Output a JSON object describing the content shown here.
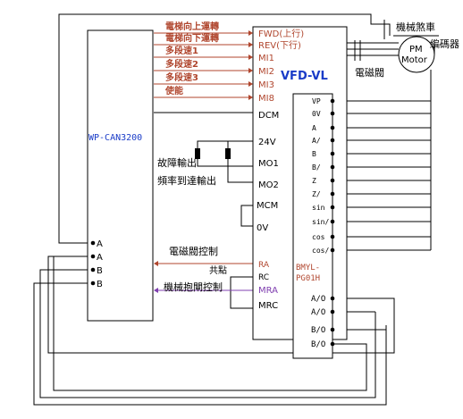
{
  "plc": {
    "label": "WP-CAN3200",
    "terminals": [
      "A",
      "A",
      "B",
      "B"
    ]
  },
  "vfd": {
    "title": "VFD-VL",
    "inputs": [
      {
        "name": "FWD(上行)",
        "signal": "電梯向上運轉"
      },
      {
        "name": "REV(下行)",
        "signal": "電梯向下運轉"
      },
      {
        "name": "MI1",
        "signal": "多段速1"
      },
      {
        "name": "MI2",
        "signal": "多段速2"
      },
      {
        "name": "MI3",
        "signal": "多段速3"
      },
      {
        "name": "MI8",
        "signal": "使能"
      }
    ],
    "common": "DCM",
    "outputs": [
      {
        "name": "24V",
        "signal": ""
      },
      {
        "name": "MO1",
        "signal": "故障輸出"
      },
      {
        "name": "MO2",
        "signal": "頻率到達輸出"
      }
    ],
    "mcm": "MCM",
    "zero_v": "0V",
    "relay": [
      {
        "name": "RA",
        "signal": "電磁閥控制"
      },
      {
        "name": "RC",
        "signal": "共點"
      },
      {
        "name": "MRA",
        "signal": "機械抱閘控制"
      },
      {
        "name": "MRC",
        "signal": ""
      }
    ]
  },
  "pg_card": {
    "label_line1": "BMYL-",
    "label_line2": "PG01H",
    "terminals": [
      "VP",
      "0V",
      "A",
      "A/",
      "B",
      "B/",
      "Z",
      "Z/",
      "sin",
      "sin/",
      "cos",
      "cos/"
    ],
    "outputs": [
      "A/O",
      "A/O",
      "B/O",
      "B/O"
    ]
  },
  "motor": {
    "brake": "機械煞車",
    "encoder": "編碼器",
    "line1": "PM",
    "line2": "Motor",
    "valve": "電磁閥"
  },
  "colors": {
    "signal": "#b0462e",
    "relay": "#8040b0",
    "title": "#1a3cc8",
    "line": "#000000"
  }
}
